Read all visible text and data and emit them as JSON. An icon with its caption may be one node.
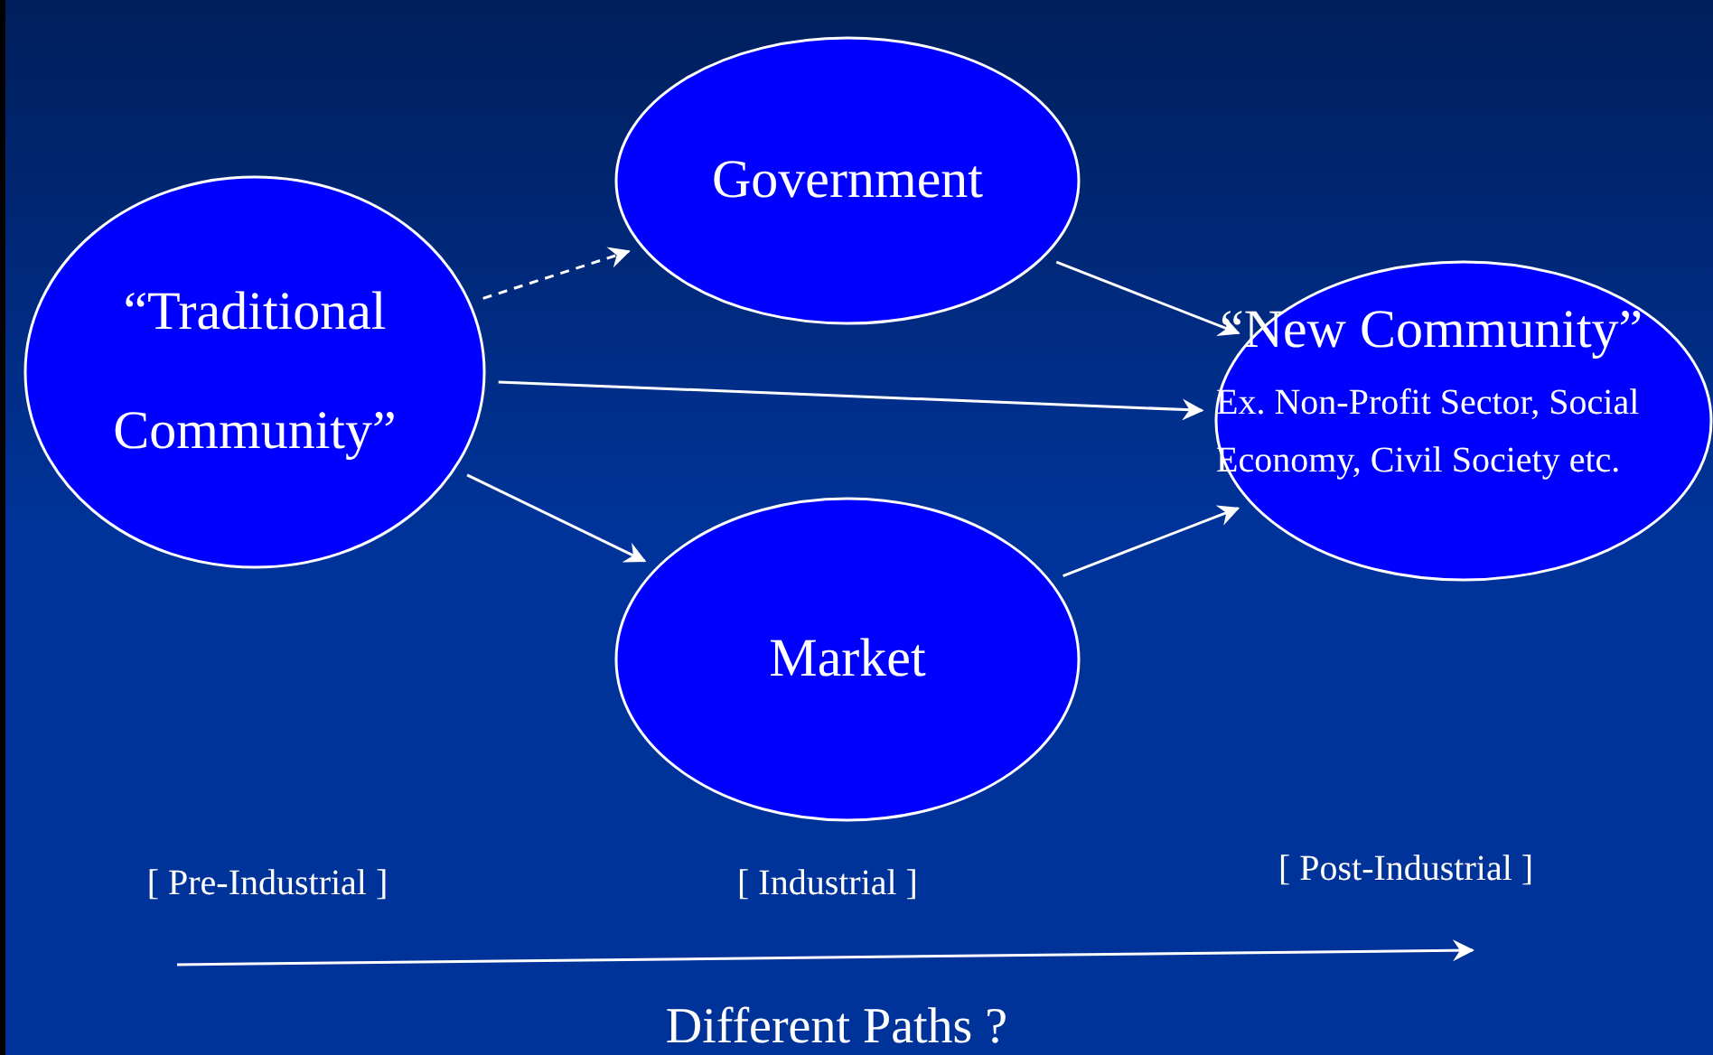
{
  "diagram": {
    "nodes": [
      {
        "text": [
          "“Traditional Community”"
        ]
      },
      {
        "text": [
          "Government"
        ]
      },
      {
        "text": [
          "Market"
        ]
      },
      {
        "text": [
          "“New Community”",
          "Ex. Non-Profit Sector, Social Economy, Civil Society etc."
        ]
      }
    ],
    "edges": [
      {
        "from": 0,
        "to": 1,
        "arrow": "to",
        "style": "dashed"
      },
      {
        "from": 0,
        "to": 3,
        "arrow": "to"
      },
      {
        "from": 0,
        "to": 2,
        "arrow": "to"
      },
      {
        "from": 1,
        "to": 3,
        "arrow": "to"
      },
      {
        "from": 2,
        "to": 3,
        "arrow": "to"
      }
    ],
    "labels": [
      "[ Pre-Industrial ]",
      "[ Industrial ]",
      "[ Post-Industrial ]",
      "Different Paths ?"
    ]
  }
}
